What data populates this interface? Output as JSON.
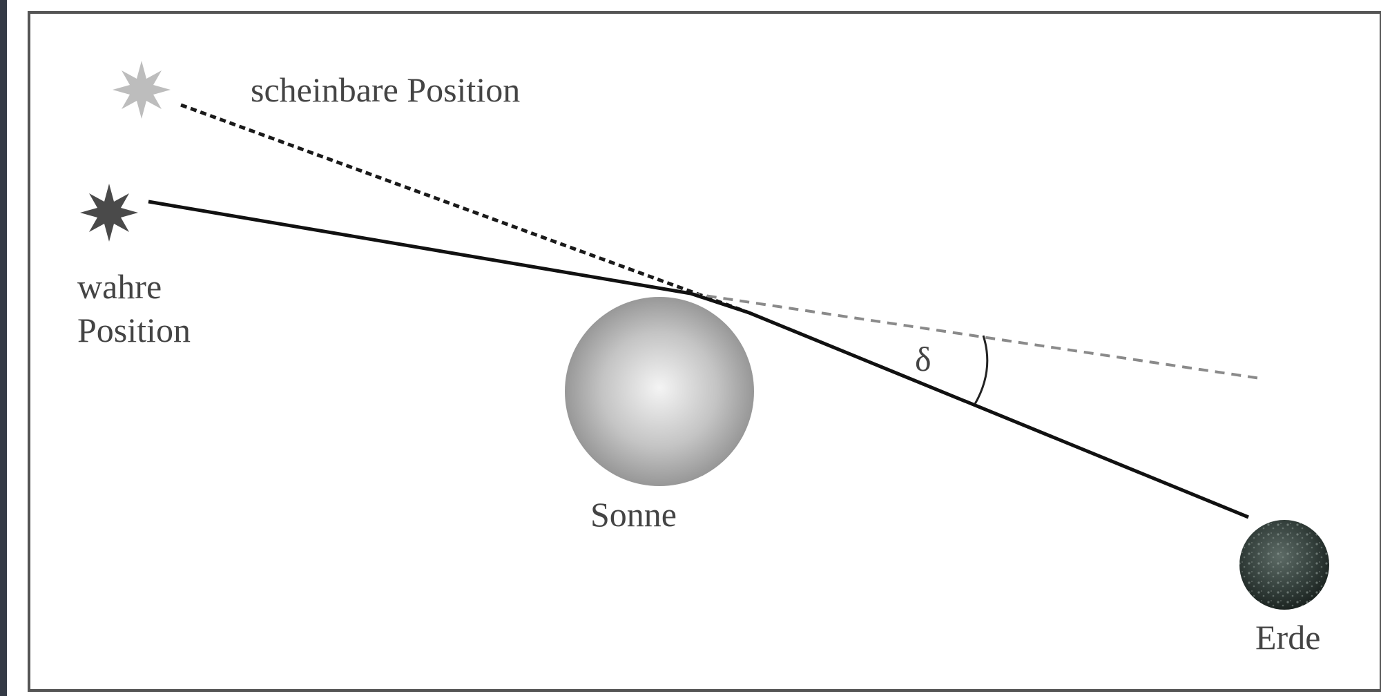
{
  "labels": {
    "apparent_position": "scheinbare Position",
    "true_position_line1": "wahre",
    "true_position_line2": "Position",
    "sun": "Sonne",
    "earth": "Erde",
    "angle": "δ"
  },
  "colors": {
    "background_outer": "#343a46",
    "panel": "#ffffff",
    "border": "#555555",
    "ray": "#111111",
    "apparent_star": "#bdbdbd",
    "true_star": "#4a4a4a",
    "dashed_extension": "#888888",
    "sun_light": "#f4f4f4",
    "sun_dark": "#8c8c8c",
    "earth": "#2f3a36",
    "text": "#444444"
  },
  "icons": {
    "apparent_star": "star-icon",
    "true_star": "star-icon",
    "sun": "sun-sphere",
    "earth": "earth-sphere"
  }
}
